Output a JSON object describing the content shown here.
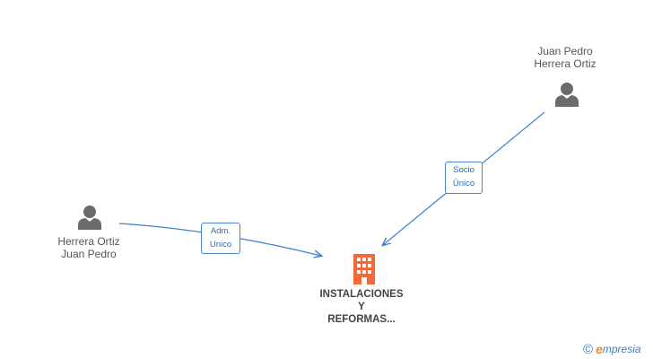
{
  "nodes": {
    "person_top_right": {
      "name_line1": "Juan Pedro",
      "name_line2": "Herrera Ortiz",
      "icon": "person-icon"
    },
    "person_left": {
      "name_line1": "Herrera Ortiz",
      "name_line2": "Juan Pedro",
      "icon": "person-icon"
    },
    "company": {
      "name_line1": "INSTALACIONES",
      "name_line2": "Y",
      "name_line3": "REFORMAS...",
      "icon": "building-icon",
      "color": "#f26a35"
    }
  },
  "edges": {
    "socio": {
      "line1": "Socio",
      "line2": "Único"
    },
    "adm": {
      "line1": "Adm.",
      "line2": "Unico"
    }
  },
  "colors": {
    "edge": "#3b7fd0",
    "person_icon": "#6b6b6b",
    "company_icon": "#f26a35"
  },
  "watermark": {
    "copyright": "©",
    "brand_first": "e",
    "brand_rest": "mpresia"
  }
}
